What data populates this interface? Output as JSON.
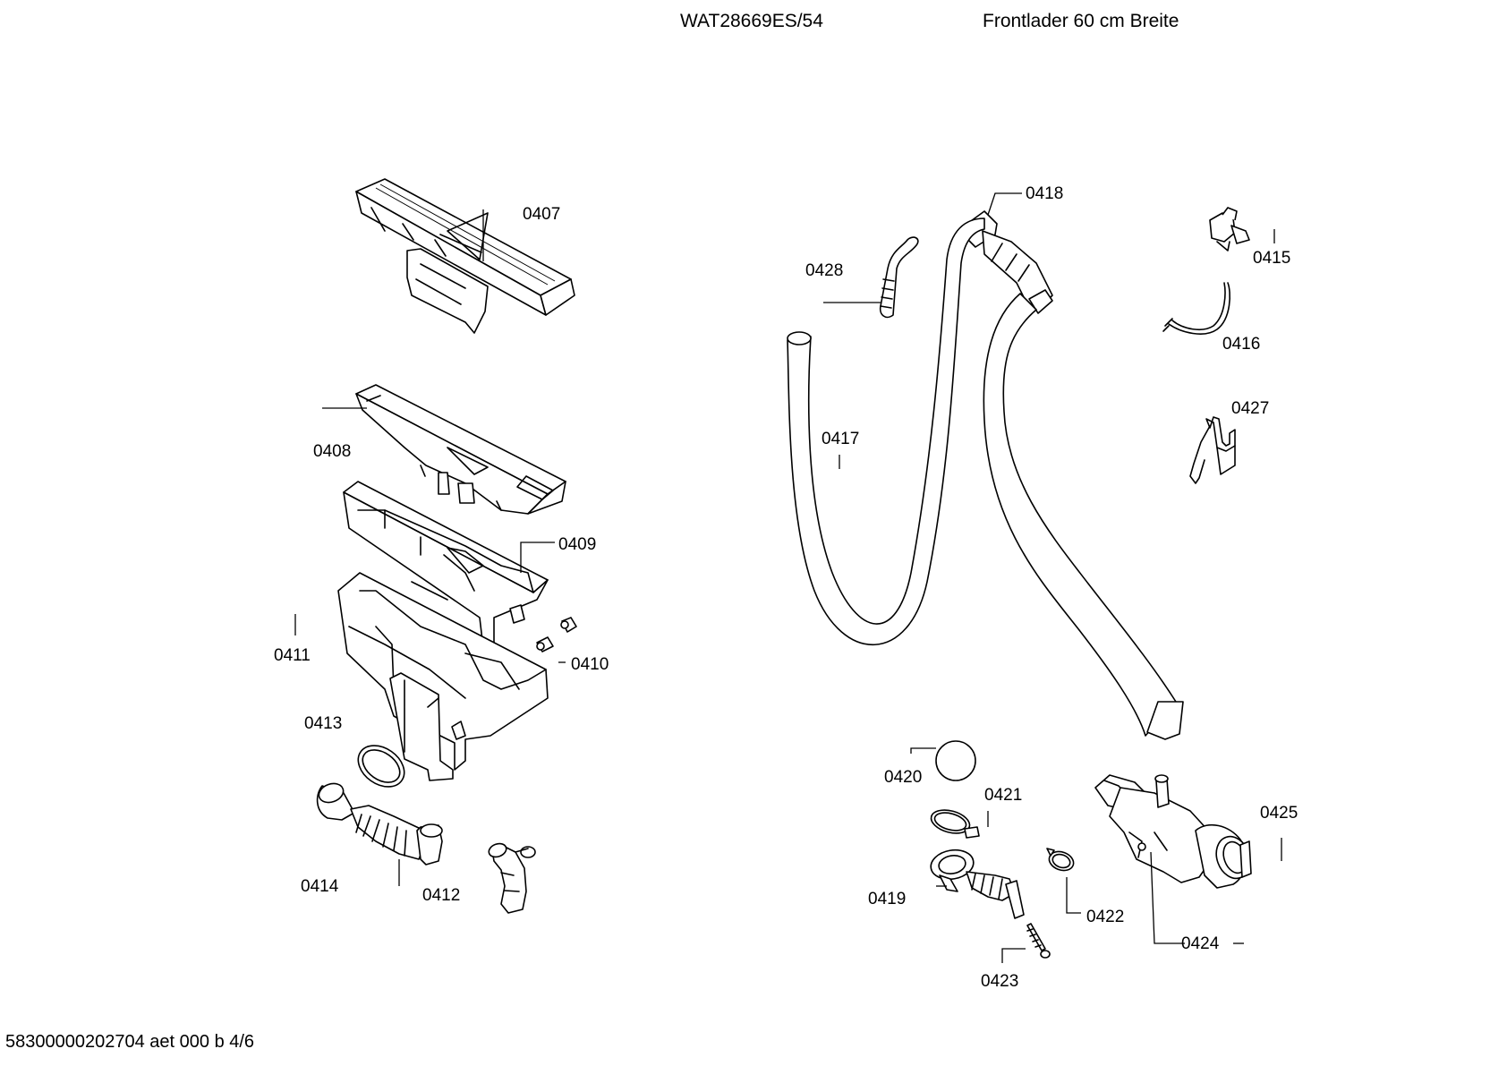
{
  "header": {
    "model": "WAT28669ES/54",
    "description": "Frontlader 60 cm Breite"
  },
  "footer": {
    "document_code": "58300000202704 aet 000 b 4/6"
  },
  "parts": [
    {
      "id": "p0407",
      "label": "0407"
    },
    {
      "id": "p0408",
      "label": "0408"
    },
    {
      "id": "p0409",
      "label": "0409"
    },
    {
      "id": "p0410",
      "label": "0410"
    },
    {
      "id": "p0411",
      "label": "0411"
    },
    {
      "id": "p0412",
      "label": "0412"
    },
    {
      "id": "p0413",
      "label": "0413"
    },
    {
      "id": "p0414",
      "label": "0414"
    },
    {
      "id": "p0415",
      "label": "0415"
    },
    {
      "id": "p0416",
      "label": "0416"
    },
    {
      "id": "p0417",
      "label": "0417"
    },
    {
      "id": "p0418",
      "label": "0418"
    },
    {
      "id": "p0419",
      "label": "0419"
    },
    {
      "id": "p0420",
      "label": "0420"
    },
    {
      "id": "p0421",
      "label": "0421"
    },
    {
      "id": "p0422",
      "label": "0422"
    },
    {
      "id": "p0423",
      "label": "0423"
    },
    {
      "id": "p0424",
      "label": "0424"
    },
    {
      "id": "p0425",
      "label": "0425"
    },
    {
      "id": "p0427",
      "label": "0427"
    },
    {
      "id": "p0428",
      "label": "0428"
    }
  ]
}
